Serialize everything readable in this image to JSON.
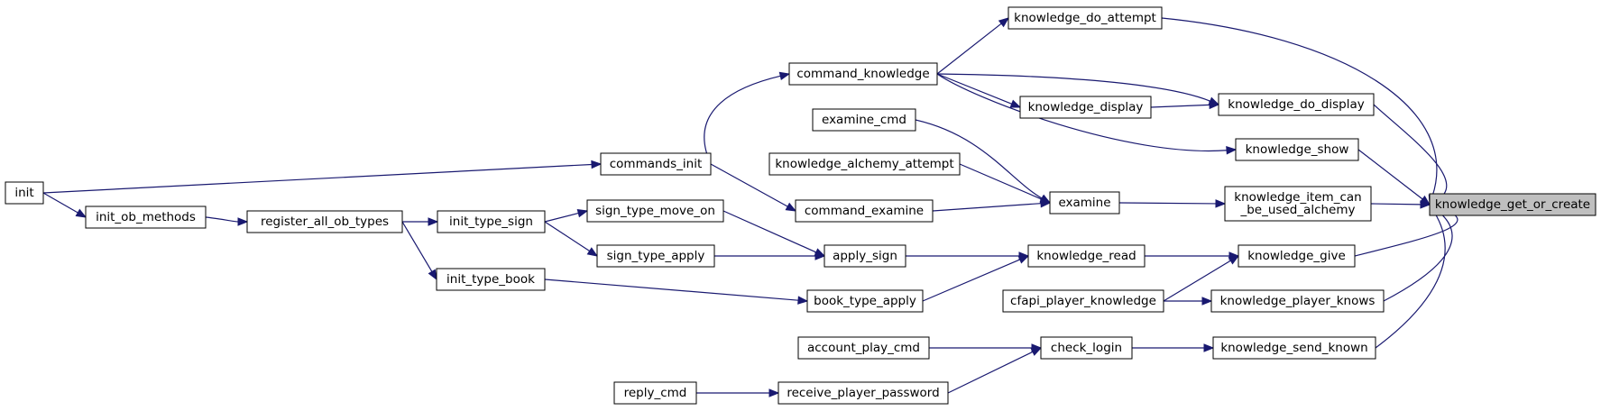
{
  "colors": {
    "edge": "#191970",
    "node_fill": "#ffffff",
    "focus_fill": "#bfbfbf",
    "border": "#000000",
    "text": "#000000"
  },
  "nodes": [
    {
      "id": "knowledge_get_or_create",
      "lines": [
        "knowledge_get_or_create"
      ],
      "focus": true
    },
    {
      "id": "knowledge_do_attempt",
      "lines": [
        "knowledge_do_attempt"
      ]
    },
    {
      "id": "command_knowledge",
      "lines": [
        "command_knowledge"
      ]
    },
    {
      "id": "knowledge_display",
      "lines": [
        "knowledge_display"
      ]
    },
    {
      "id": "knowledge_do_display",
      "lines": [
        "knowledge_do_display"
      ]
    },
    {
      "id": "examine_cmd",
      "lines": [
        "examine_cmd"
      ]
    },
    {
      "id": "knowledge_show",
      "lines": [
        "knowledge_show"
      ]
    },
    {
      "id": "commands_init",
      "lines": [
        "commands_init"
      ]
    },
    {
      "id": "knowledge_alchemy_attempt",
      "lines": [
        "knowledge_alchemy_attempt"
      ]
    },
    {
      "id": "init",
      "lines": [
        "init"
      ]
    },
    {
      "id": "examine",
      "lines": [
        "examine"
      ]
    },
    {
      "id": "knowledge_item_can_be_used_alchemy",
      "lines": [
        "knowledge_item_can",
        "_be_used_alchemy"
      ]
    },
    {
      "id": "command_examine",
      "lines": [
        "command_examine"
      ]
    },
    {
      "id": "init_ob_methods",
      "lines": [
        "init_ob_methods"
      ]
    },
    {
      "id": "register_all_ob_types",
      "lines": [
        "register_all_ob_types"
      ]
    },
    {
      "id": "init_type_sign",
      "lines": [
        "init_type_sign"
      ]
    },
    {
      "id": "sign_type_move_on",
      "lines": [
        "sign_type_move_on"
      ]
    },
    {
      "id": "sign_type_apply",
      "lines": [
        "sign_type_apply"
      ]
    },
    {
      "id": "apply_sign",
      "lines": [
        "apply_sign"
      ]
    },
    {
      "id": "knowledge_read",
      "lines": [
        "knowledge_read"
      ]
    },
    {
      "id": "knowledge_give",
      "lines": [
        "knowledge_give"
      ]
    },
    {
      "id": "init_type_book",
      "lines": [
        "init_type_book"
      ]
    },
    {
      "id": "book_type_apply",
      "lines": [
        "book_type_apply"
      ]
    },
    {
      "id": "cfapi_player_knowledge",
      "lines": [
        "cfapi_player_knowledge"
      ]
    },
    {
      "id": "knowledge_player_knows",
      "lines": [
        "knowledge_player_knows"
      ]
    },
    {
      "id": "account_play_cmd",
      "lines": [
        "account_play_cmd"
      ]
    },
    {
      "id": "check_login",
      "lines": [
        "check_login"
      ]
    },
    {
      "id": "knowledge_send_known",
      "lines": [
        "knowledge_send_known"
      ]
    },
    {
      "id": "reply_cmd",
      "lines": [
        "reply_cmd"
      ]
    },
    {
      "id": "receive_player_password",
      "lines": [
        "receive_player_password"
      ]
    }
  ],
  "edges": [
    {
      "from": "knowledge_do_attempt",
      "to": "knowledge_get_or_create"
    },
    {
      "from": "knowledge_do_display",
      "to": "knowledge_get_or_create"
    },
    {
      "from": "knowledge_show",
      "to": "knowledge_get_or_create"
    },
    {
      "from": "knowledge_item_can_be_used_alchemy",
      "to": "knowledge_get_or_create"
    },
    {
      "from": "knowledge_give",
      "to": "knowledge_get_or_create"
    },
    {
      "from": "knowledge_player_knows",
      "to": "knowledge_get_or_create"
    },
    {
      "from": "knowledge_send_known",
      "to": "knowledge_get_or_create"
    },
    {
      "from": "command_knowledge",
      "to": "knowledge_do_attempt"
    },
    {
      "from": "command_knowledge",
      "to": "knowledge_do_display"
    },
    {
      "from": "command_knowledge",
      "to": "knowledge_display"
    },
    {
      "from": "command_knowledge",
      "to": "knowledge_show"
    },
    {
      "from": "knowledge_display",
      "to": "knowledge_do_display"
    },
    {
      "from": "commands_init",
      "to": "command_knowledge"
    },
    {
      "from": "init",
      "to": "commands_init"
    },
    {
      "from": "init",
      "to": "init_ob_methods"
    },
    {
      "from": "examine",
      "to": "knowledge_item_can_be_used_alchemy"
    },
    {
      "from": "examine_cmd",
      "to": "examine"
    },
    {
      "from": "knowledge_alchemy_attempt",
      "to": "examine"
    },
    {
      "from": "command_examine",
      "to": "examine"
    },
    {
      "from": "commands_init",
      "to": "command_examine"
    },
    {
      "from": "init_ob_methods",
      "to": "register_all_ob_types"
    },
    {
      "from": "register_all_ob_types",
      "to": "init_type_sign"
    },
    {
      "from": "register_all_ob_types",
      "to": "init_type_book"
    },
    {
      "from": "init_type_sign",
      "to": "sign_type_move_on"
    },
    {
      "from": "init_type_sign",
      "to": "sign_type_apply"
    },
    {
      "from": "sign_type_move_on",
      "to": "apply_sign"
    },
    {
      "from": "sign_type_apply",
      "to": "apply_sign"
    },
    {
      "from": "apply_sign",
      "to": "knowledge_read"
    },
    {
      "from": "knowledge_read",
      "to": "knowledge_give"
    },
    {
      "from": "book_type_apply",
      "to": "knowledge_read"
    },
    {
      "from": "init_type_book",
      "to": "book_type_apply"
    },
    {
      "from": "cfapi_player_knowledge",
      "to": "knowledge_give"
    },
    {
      "from": "cfapi_player_knowledge",
      "to": "knowledge_player_knows"
    },
    {
      "from": "check_login",
      "to": "knowledge_send_known"
    },
    {
      "from": "account_play_cmd",
      "to": "check_login"
    },
    {
      "from": "receive_player_password",
      "to": "check_login"
    },
    {
      "from": "reply_cmd",
      "to": "receive_player_password"
    }
  ]
}
